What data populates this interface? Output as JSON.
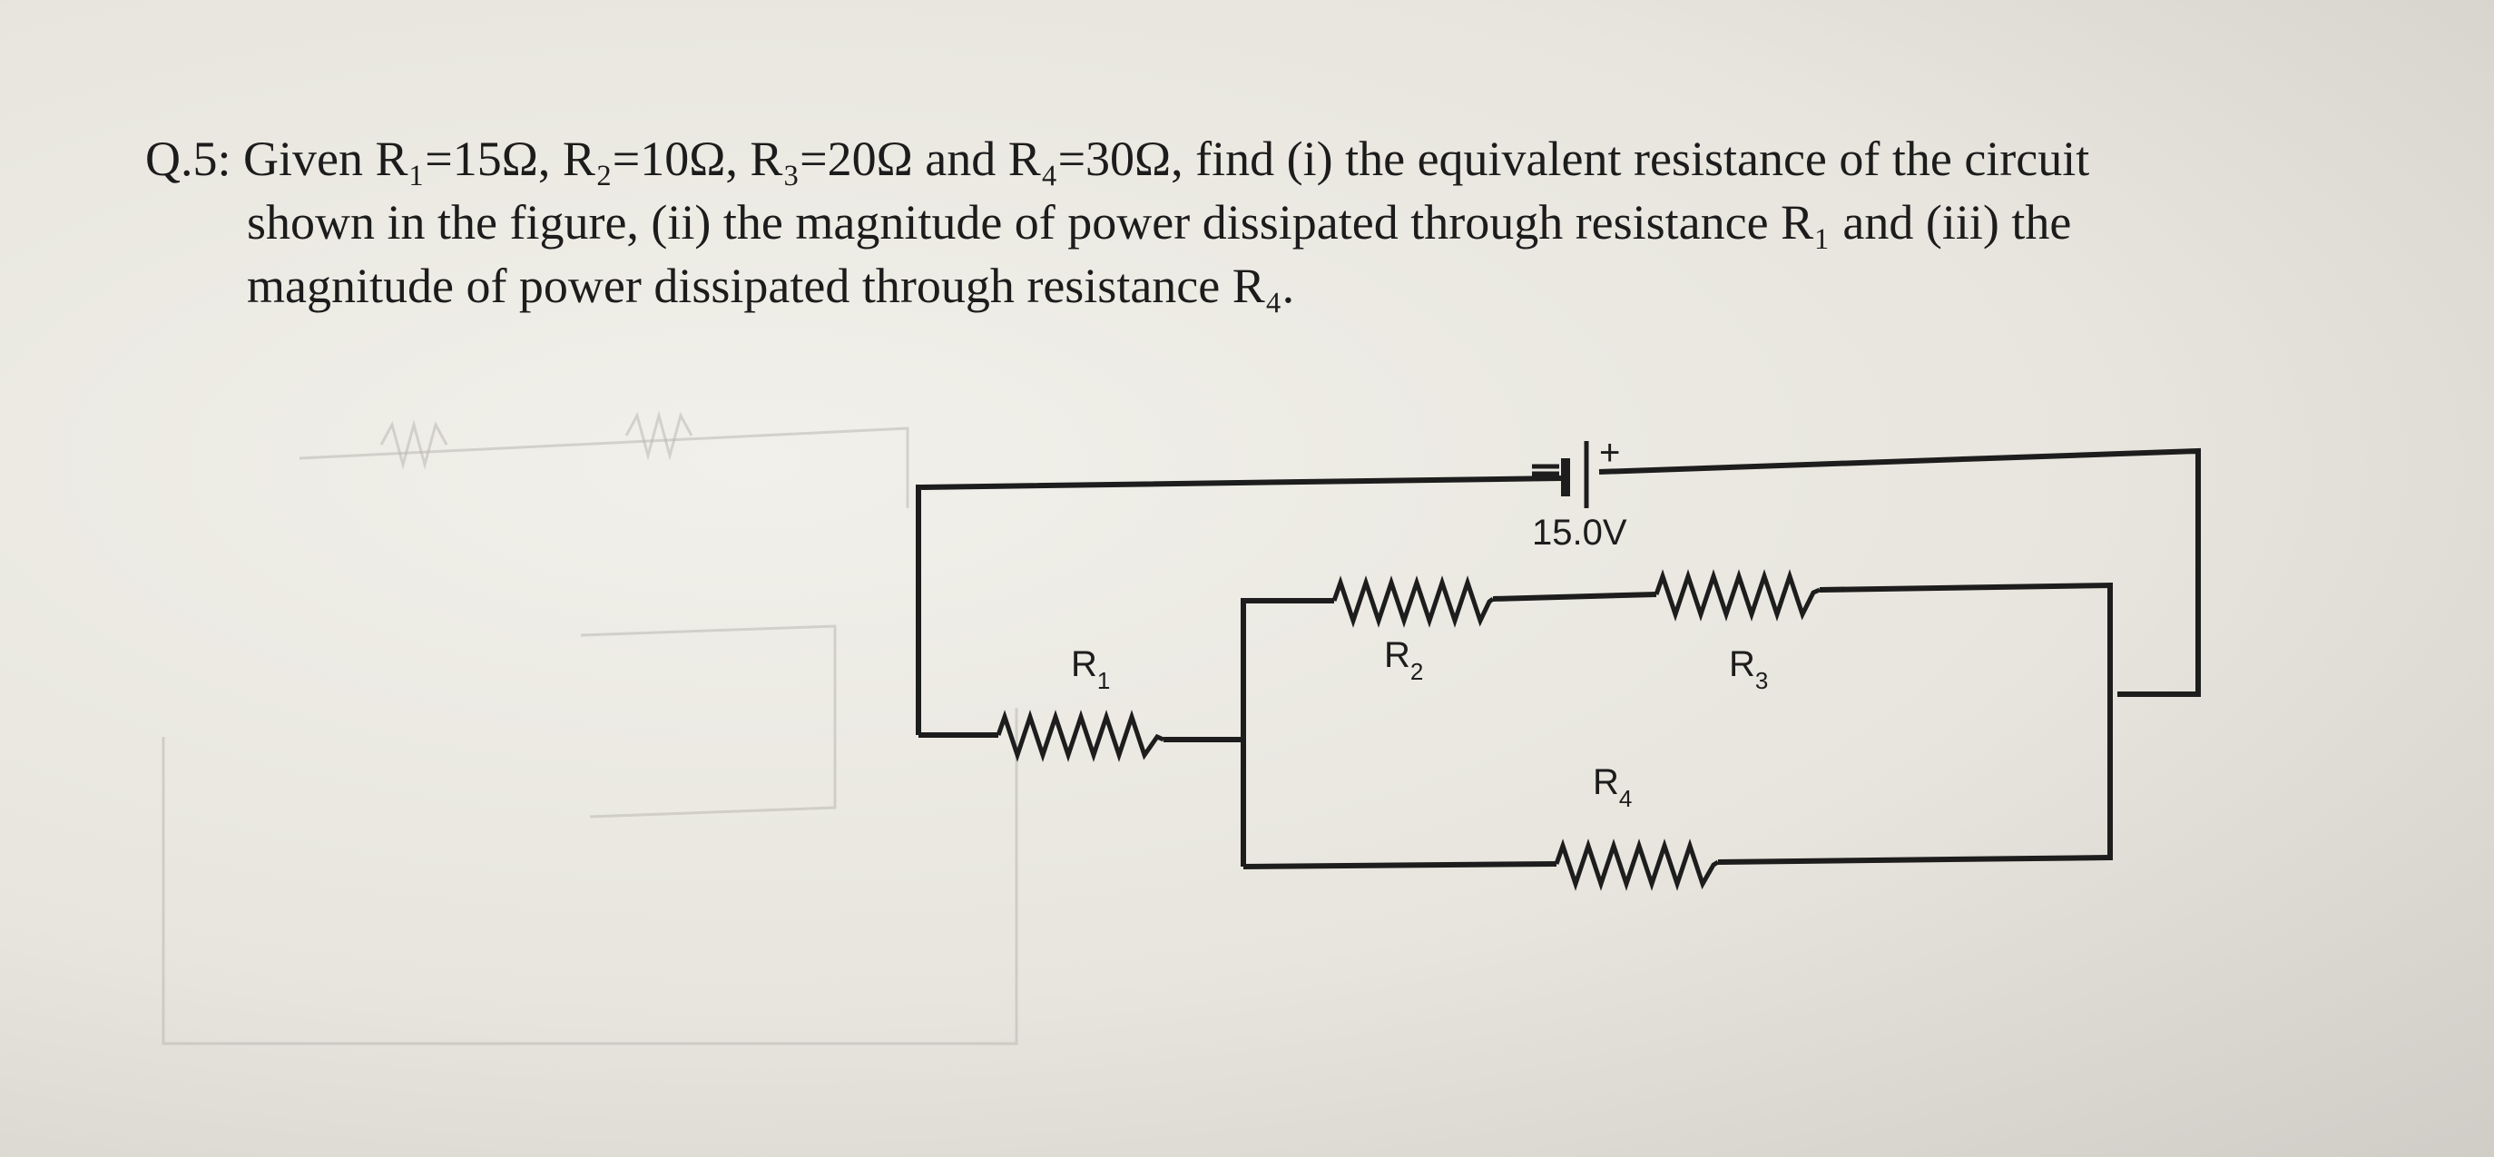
{
  "question": {
    "line1": "Q.5: Given R₁=15Ω, R₂=10Ω, R₃=20Ω and R₄=30Ω, find (i) the equivalent resistance of the circuit",
    "line2": "shown in the figure, (ii) the magnitude of power dissipated through resistance R₁ and (iii) the",
    "line3": "magnitude of power dissipated through resistance R₄."
  },
  "circuit": {
    "battery": {
      "label": "15.0V",
      "minus": "−",
      "plus": "+"
    },
    "resistors": [
      {
        "id": "R1",
        "letter": "R",
        "sub": "1"
      },
      {
        "id": "R2",
        "letter": "R",
        "sub": "2"
      },
      {
        "id": "R3",
        "letter": "R",
        "sub": "3"
      },
      {
        "id": "R4",
        "letter": "R",
        "sub": "4"
      }
    ]
  }
}
